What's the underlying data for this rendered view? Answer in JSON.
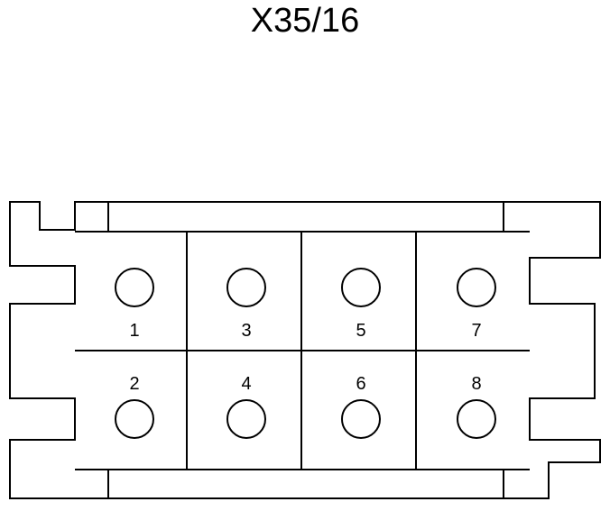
{
  "title": "X35/16",
  "pins": [
    {
      "number": "1",
      "row": "top",
      "col": 1
    },
    {
      "number": "3",
      "row": "top",
      "col": 2
    },
    {
      "number": "5",
      "row": "top",
      "col": 3
    },
    {
      "number": "7",
      "row": "top",
      "col": 4
    },
    {
      "number": "2",
      "row": "bottom",
      "col": 1
    },
    {
      "number": "4",
      "row": "bottom",
      "col": 2
    },
    {
      "number": "6",
      "row": "bottom",
      "col": 3
    },
    {
      "number": "8",
      "row": "bottom",
      "col": 4
    }
  ],
  "colors": {
    "stroke": "#000000",
    "background": "#ffffff"
  }
}
